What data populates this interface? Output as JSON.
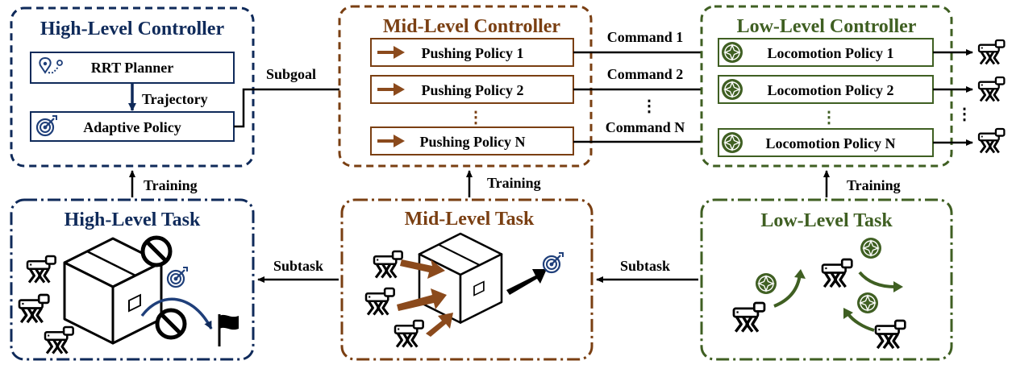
{
  "colors": {
    "high": "#0f2a5a",
    "mid": "#7a3f12",
    "low": "#3f5f22",
    "arrow_mid": "#8b4a1c",
    "line": "#000000"
  },
  "high_controller": {
    "title": "High-Level Controller",
    "rrt_label": "RRT Planner",
    "trajectory_label": "Trajectory",
    "adaptive_label": "Adaptive Policy"
  },
  "mid_controller": {
    "title": "Mid-Level Controller",
    "policies": [
      "Pushing Policy 1",
      "Pushing Policy 2",
      "Pushing Policy N"
    ],
    "dots": "⋮"
  },
  "low_controller": {
    "title": "Low-Level Controller",
    "policies": [
      "Locomotion Policy 1",
      "Locomotion Policy 2",
      "Locomotion Policy N"
    ],
    "dots": "⋮"
  },
  "links": {
    "subgoal": "Subgoal",
    "commands": [
      "Command 1",
      "Command 2",
      "Command N"
    ],
    "command_dots": "⋮",
    "robot_dots": "⋮",
    "training": "Training",
    "subtask": "Subtask"
  },
  "tasks": {
    "high": "High-Level Task",
    "mid": "Mid-Level Task",
    "low": "Low-Level Task"
  },
  "icons": [
    "map-route-icon",
    "target-icon",
    "arrow-icon",
    "compass-icon",
    "robot-dog-icon",
    "no-entry-icon",
    "flag-icon",
    "box-icon"
  ]
}
